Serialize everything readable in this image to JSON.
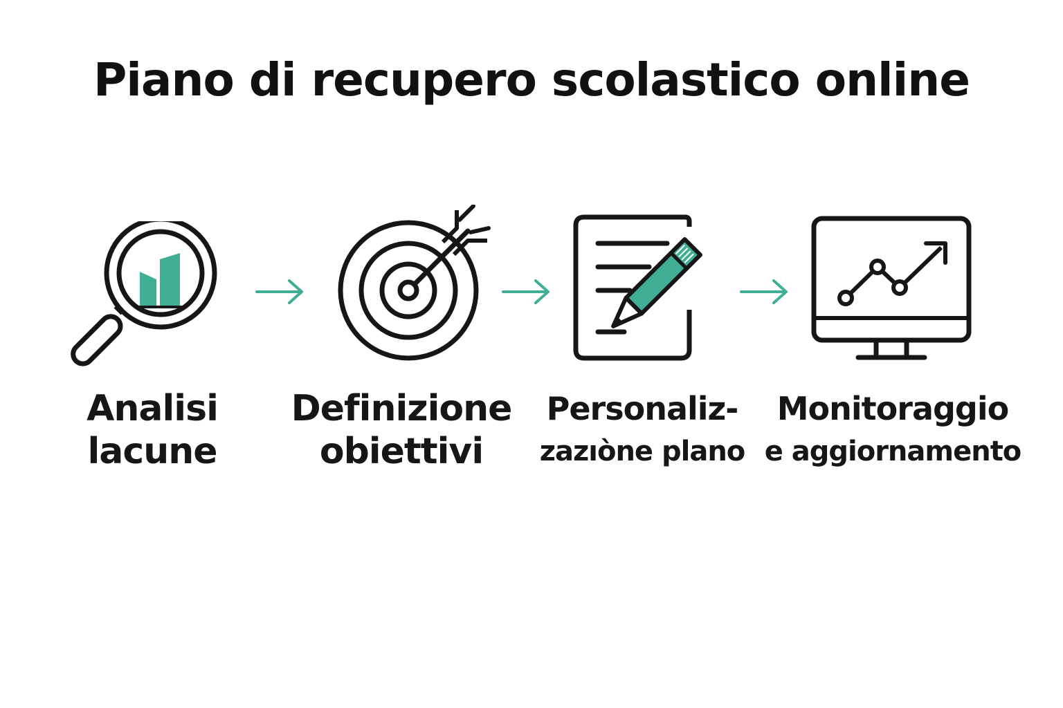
{
  "title": "Piano di recupero scolastico online",
  "colors": {
    "accent": "#3fae94",
    "stroke": "#161616",
    "background": "#ffffff"
  },
  "steps": [
    {
      "icon": "magnifier-chart-icon",
      "lines": [
        "Analisi",
        "lacune"
      ]
    },
    {
      "icon": "target-arrow-icon",
      "lines": [
        "Definizione",
        "obiettivi"
      ]
    },
    {
      "icon": "document-pencil-icon",
      "lines": [
        "Personaliz-",
        "zazıòne plano"
      ]
    },
    {
      "icon": "monitor-chart-icon",
      "lines": [
        "Monitoraggio",
        "e aggiornamento"
      ]
    }
  ]
}
